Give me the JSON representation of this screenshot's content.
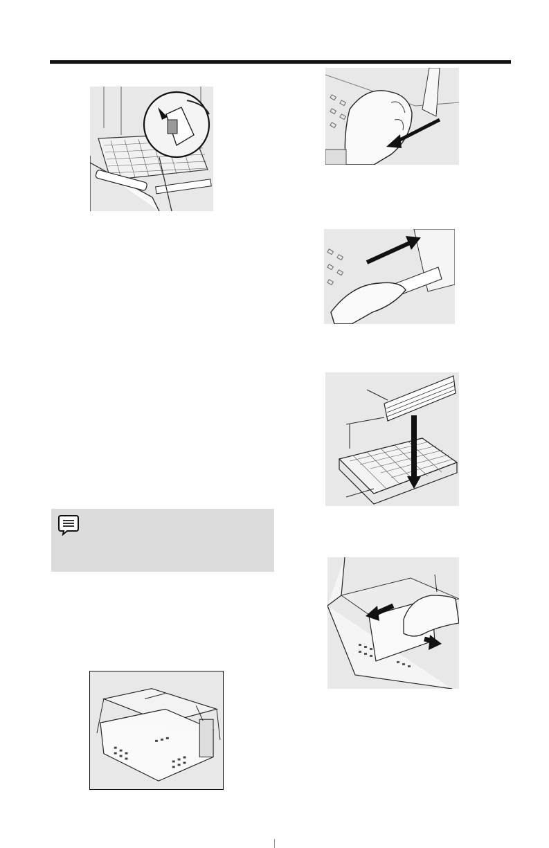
{
  "page": {
    "header_rule_color": "#111111"
  },
  "note": {
    "icon": "note-speech-bubble-icon",
    "text": "",
    "background": "#dcdcdc"
  },
  "figures": [
    {
      "name": "figure-basket-clip-detail",
      "icon": "magnified-clip-icon"
    },
    {
      "name": "figure-pull-tab-out",
      "icon": "arrow-pull-out-icon"
    },
    {
      "name": "figure-push-tab-in",
      "icon": "arrow-push-in-icon"
    },
    {
      "name": "figure-divider-into-basket",
      "icon": "arrow-down-insert-icon"
    },
    {
      "name": "figure-slide-divider",
      "icon": "arrow-slide-both-icon"
    },
    {
      "name": "figure-bin-assembly",
      "icon": "bin-rails-icon"
    }
  ]
}
